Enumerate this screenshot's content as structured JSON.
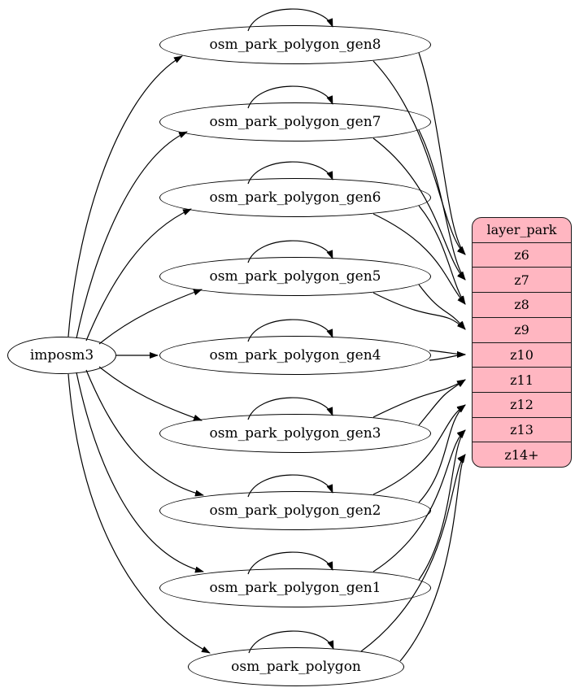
{
  "diagram": {
    "source_node": {
      "label": "imposm3"
    },
    "table_nodes": [
      {
        "id": "gen8",
        "label": "osm_park_polygon_gen8"
      },
      {
        "id": "gen7",
        "label": "osm_park_polygon_gen7"
      },
      {
        "id": "gen6",
        "label": "osm_park_polygon_gen6"
      },
      {
        "id": "gen5",
        "label": "osm_park_polygon_gen5"
      },
      {
        "id": "gen4",
        "label": "osm_park_polygon_gen4"
      },
      {
        "id": "gen3",
        "label": "osm_park_polygon_gen3"
      },
      {
        "id": "gen2",
        "label": "osm_park_polygon_gen2"
      },
      {
        "id": "gen1",
        "label": "osm_park_polygon_gen1"
      },
      {
        "id": "polygon",
        "label": "osm_park_polygon"
      }
    ],
    "record_node": {
      "header": "layer_park",
      "rows": [
        "z6",
        "z7",
        "z8",
        "z9",
        "z10",
        "z11",
        "z12",
        "z13",
        "z14+"
      ]
    },
    "edges": {
      "from_source": [
        "gen8",
        "gen7",
        "gen6",
        "gen5",
        "gen4",
        "gen3",
        "gen2",
        "gen1",
        "polygon"
      ],
      "self_loops": [
        "gen8",
        "gen7",
        "gen6",
        "gen5",
        "gen4",
        "gen3",
        "gen2",
        "gen1",
        "polygon"
      ],
      "to_rows": [
        {
          "from": "gen8",
          "row": "z6",
          "count": 2
        },
        {
          "from": "gen7",
          "row": "z7",
          "count": 2
        },
        {
          "from": "gen6",
          "row": "z8",
          "count": 2
        },
        {
          "from": "gen5",
          "row": "z9",
          "count": 2
        },
        {
          "from": "gen4",
          "row": "z10",
          "count": 2
        },
        {
          "from": "gen3",
          "row": "z11",
          "count": 2
        },
        {
          "from": "gen2",
          "row": "z12",
          "count": 2
        },
        {
          "from": "gen1",
          "row": "z13",
          "count": 2
        },
        {
          "from": "polygon",
          "row": "z14+",
          "count": 2
        }
      ]
    },
    "colors": {
      "node_fill": "#ffffff",
      "stroke": "#000000",
      "record_fill": "#ffb6c1"
    }
  }
}
